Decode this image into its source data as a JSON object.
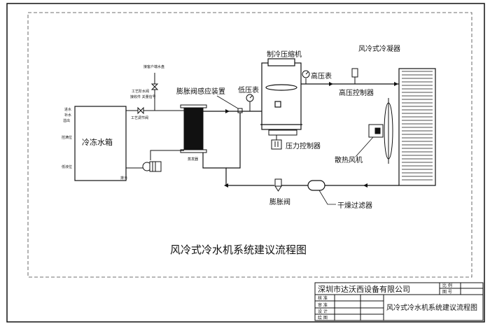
{
  "diagram": {
    "title": "风冷式冷水机系统建议流程图",
    "labels": {
      "condenser": "风冷式冷凝器",
      "compressor": "制冷压缩机",
      "high_gauge": "高压表",
      "high_ctrl": "高压控制器",
      "low_gauge": "低压表",
      "exp_sensor": "膨胀阀感应装置",
      "pressure_ctrl": "压力控制器",
      "fan": "散热风机",
      "exp_valve": "膨胀阀",
      "filter": "干燥过滤器",
      "tank": "冷冻水箱",
      "evaporator": "蒸发器",
      "user_return": "接客户端水盘",
      "valve_note1": "工艺阶水阀",
      "valve_note2": "接收件 关量信号",
      "reg_valve": "工艺调节阀",
      "inlet": "进水",
      "makeup": "补水",
      "overflow": "溢出",
      "level_high": "控满位",
      "level_low": "低液位",
      "drain": "排污"
    }
  },
  "title_block": {
    "company": "深圳市达沃西设备有限公司",
    "scale_label": "比 例",
    "drawing_no_label": "图 号",
    "drawing_name": "风冷式冷水机系统建议流程图",
    "rows": [
      "核 准",
      "审 准",
      "设 计",
      "绘 图"
    ]
  }
}
